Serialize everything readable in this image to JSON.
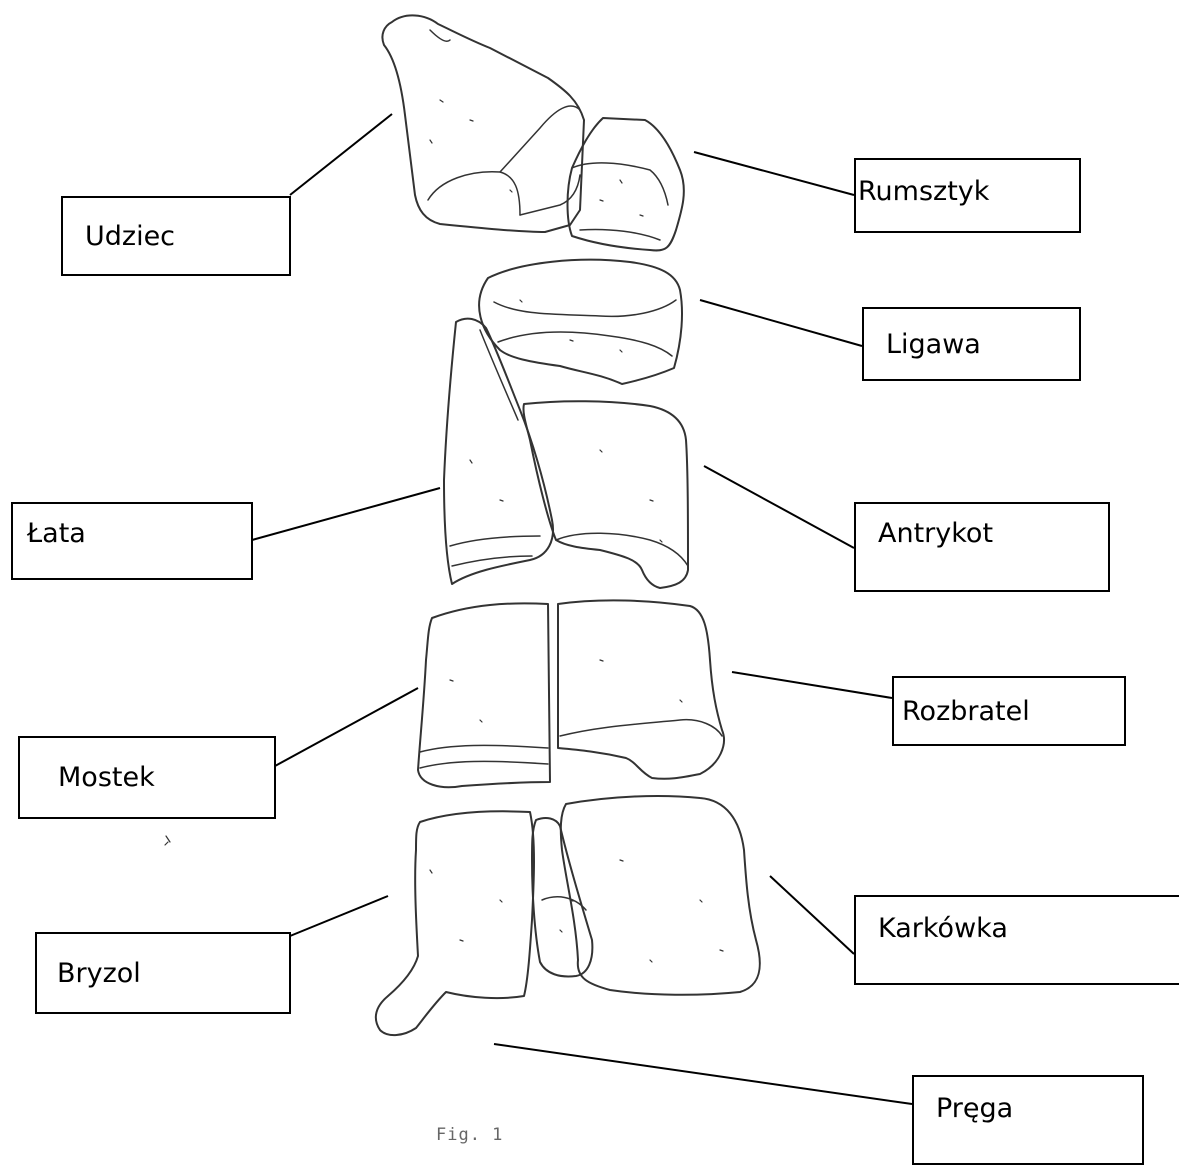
{
  "labels": {
    "udziec": "Udziec",
    "rumsztyk": "Rumsztyk",
    "ligawa": "Ligawa",
    "lata": "Łata",
    "antrykot": "Antrykot",
    "mostek": "Mostek",
    "rozbratel": "Rozbratel",
    "bryzol": "Bryzol",
    "karkowka": "Karkówka",
    "prega": "Pręga"
  },
  "caption": "Fig. 1",
  "colors": {
    "line": "#000000",
    "sketch": "#333333",
    "box_border": "#000000"
  }
}
